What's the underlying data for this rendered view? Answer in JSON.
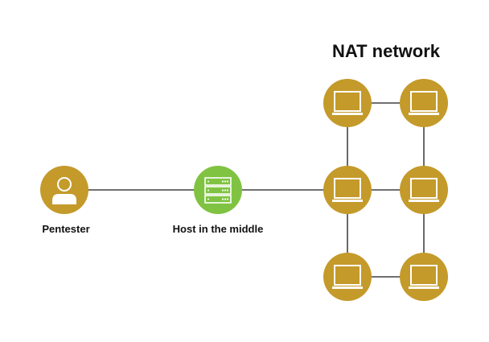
{
  "title": "NAT network",
  "nodes": {
    "pentester": {
      "label": "Pentester",
      "icon": "user-icon"
    },
    "host": {
      "label": "Host in the middle",
      "icon": "server-icon"
    },
    "nat": [
      {
        "icon": "monitor-icon"
      },
      {
        "icon": "monitor-icon"
      },
      {
        "icon": "monitor-icon"
      },
      {
        "icon": "monitor-icon"
      },
      {
        "icon": "monitor-icon"
      },
      {
        "icon": "monitor-icon"
      }
    ]
  },
  "colors": {
    "node_gold": "#c49a2a",
    "node_green": "#80c342",
    "icon_white": "#ffffff",
    "edge": "#1a1a1a"
  }
}
